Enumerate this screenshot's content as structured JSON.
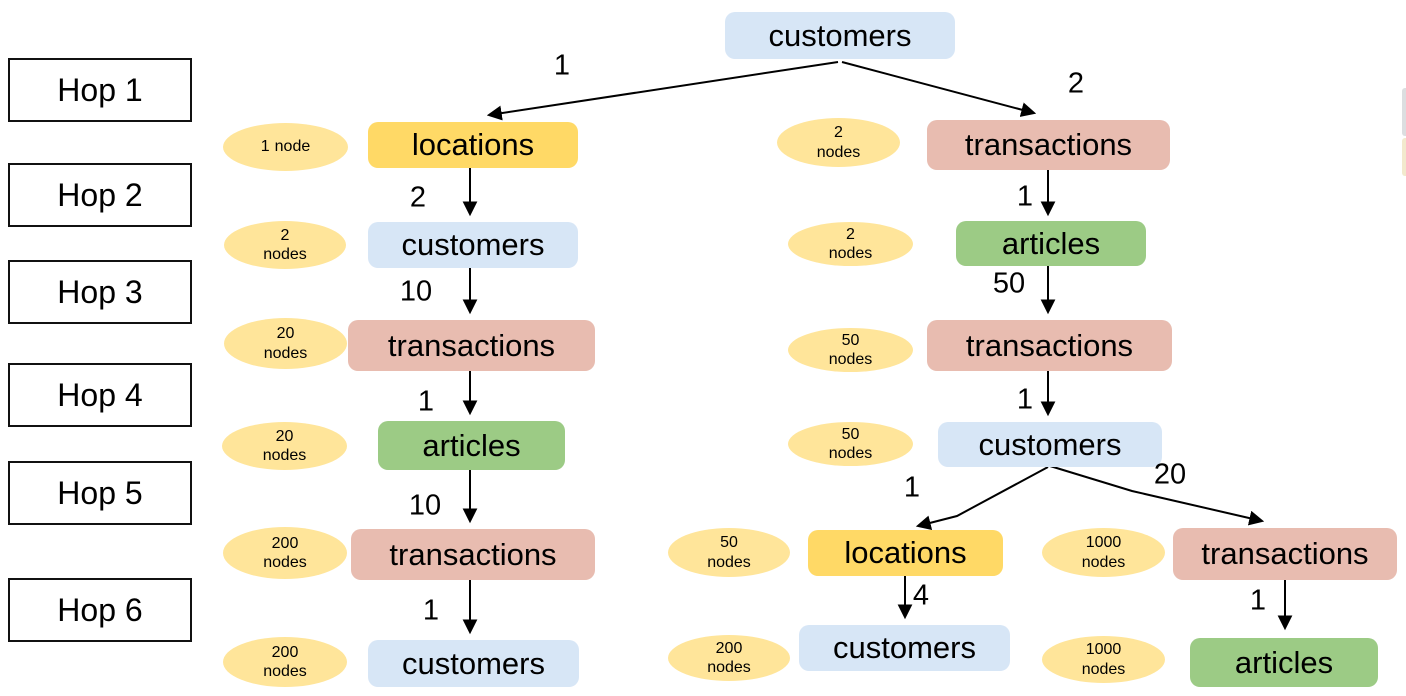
{
  "hops": [
    {
      "label": "Hop 1"
    },
    {
      "label": "Hop 2"
    },
    {
      "label": "Hop 3"
    },
    {
      "label": "Hop 4"
    },
    {
      "label": "Hop 5"
    },
    {
      "label": "Hop 6"
    }
  ],
  "nodes": [
    {
      "label": "customers",
      "entity": "customers"
    },
    {
      "label": "locations",
      "entity": "locations"
    },
    {
      "label": "customers",
      "entity": "customers"
    },
    {
      "label": "transactions",
      "entity": "transactions"
    },
    {
      "label": "articles",
      "entity": "articles"
    },
    {
      "label": "transactions",
      "entity": "transactions"
    },
    {
      "label": "customers",
      "entity": "customers"
    },
    {
      "label": "transactions",
      "entity": "transactions"
    },
    {
      "label": "articles",
      "entity": "articles"
    },
    {
      "label": "transactions",
      "entity": "transactions"
    },
    {
      "label": "customers",
      "entity": "customers"
    },
    {
      "label": "locations",
      "entity": "locations"
    },
    {
      "label": "transactions",
      "entity": "transactions"
    },
    {
      "label": "customers",
      "entity": "customers"
    },
    {
      "label": "articles",
      "entity": "articles"
    }
  ],
  "badges": [
    {
      "count": "1",
      "unit": "node"
    },
    {
      "count": "2",
      "unit": "nodes"
    },
    {
      "count": "20",
      "unit": "nodes"
    },
    {
      "count": "20",
      "unit": "nodes"
    },
    {
      "count": "200",
      "unit": "nodes"
    },
    {
      "count": "200",
      "unit": "nodes"
    },
    {
      "count": "2",
      "unit": "nodes"
    },
    {
      "count": "2",
      "unit": "nodes"
    },
    {
      "count": "50",
      "unit": "nodes"
    },
    {
      "count": "50",
      "unit": "nodes"
    },
    {
      "count": "50",
      "unit": "nodes"
    },
    {
      "count": "1000",
      "unit": "nodes"
    },
    {
      "count": "200",
      "unit": "nodes"
    },
    {
      "count": "1000",
      "unit": "nodes"
    }
  ],
  "edges": [
    {
      "label": "1",
      "from": "customers",
      "to": "locations"
    },
    {
      "label": "2",
      "from": "customers",
      "to": "transactions"
    },
    {
      "label": "2",
      "from": "locations",
      "to": "customers"
    },
    {
      "label": "10",
      "from": "customers",
      "to": "transactions"
    },
    {
      "label": "1",
      "from": "transactions",
      "to": "articles"
    },
    {
      "label": "10",
      "from": "articles",
      "to": "transactions"
    },
    {
      "label": "1",
      "from": "transactions",
      "to": "customers"
    },
    {
      "label": "1",
      "from": "transactions",
      "to": "articles"
    },
    {
      "label": "50",
      "from": "articles",
      "to": "transactions"
    },
    {
      "label": "1",
      "from": "transactions",
      "to": "customers"
    },
    {
      "label": "1",
      "from": "customers",
      "to": "locations"
    },
    {
      "label": "20",
      "from": "customers",
      "to": "transactions"
    },
    {
      "label": "4",
      "from": "locations",
      "to": "customers"
    },
    {
      "label": "1",
      "from": "transactions",
      "to": "articles"
    }
  ],
  "palette": {
    "customers_node": "#d7e6f6",
    "locations_node": "#ffd966",
    "transactions_node": "#e8bcb0",
    "articles_node": "#9ccb85",
    "count_badge": "#ffe59a",
    "arrow": "#000000",
    "hop_box_border": "#111111"
  }
}
